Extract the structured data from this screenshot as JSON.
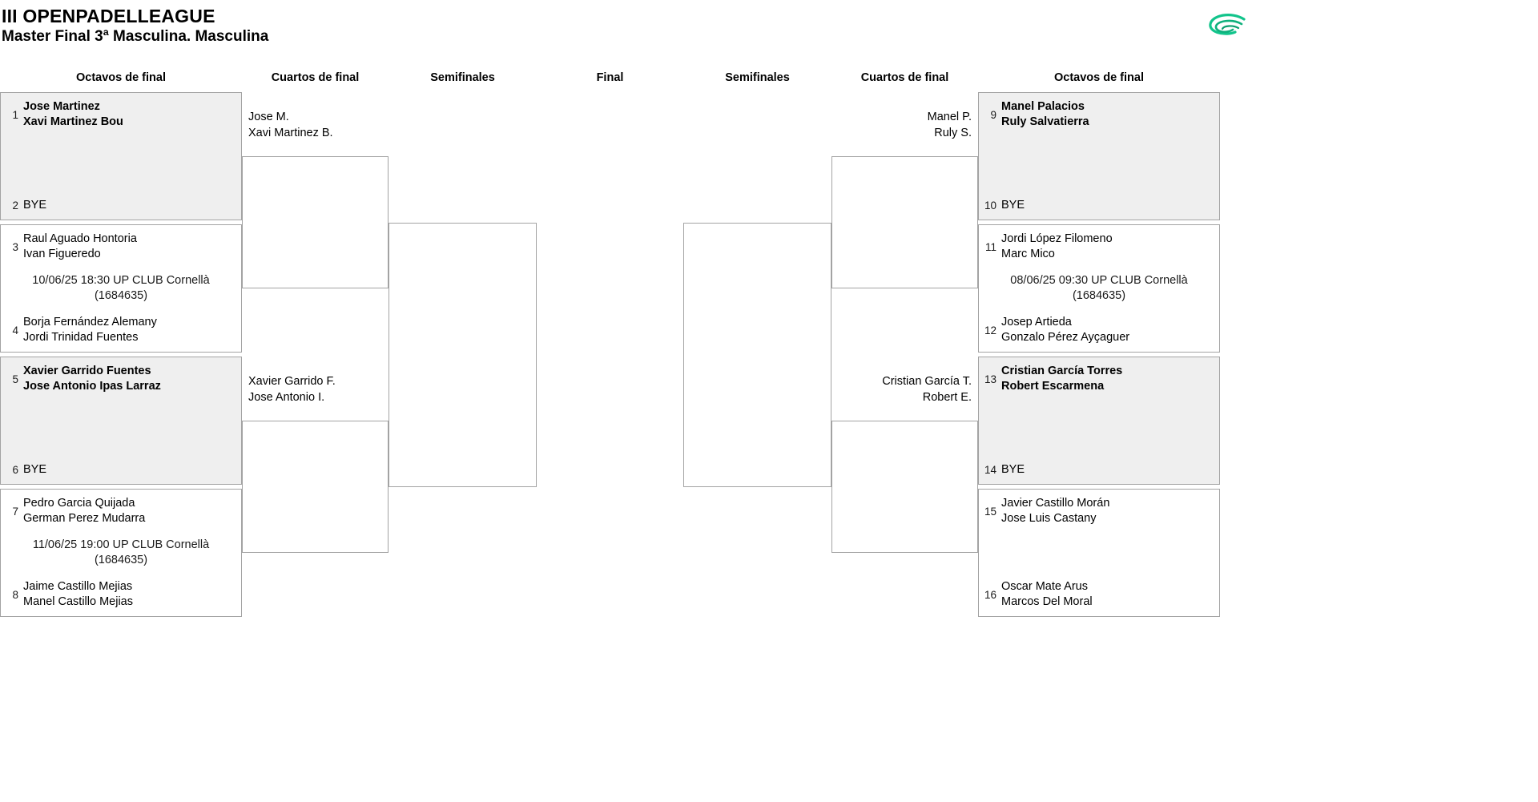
{
  "header": {
    "title": "III OPENPADELLEAGUE",
    "subtitle": "Master Final 3ª Masculina. Masculina"
  },
  "rounds": {
    "r16_left": "Octavos de final",
    "qf_left": "Cuartos de final",
    "sf_left": "Semifinales",
    "final": "Final",
    "sf_right": "Semifinales",
    "qf_right": "Cuartos de final",
    "r16_right": "Octavos de final"
  },
  "bracket": {
    "left_r16": [
      {
        "top": {
          "seed": "1",
          "line1": "Jose Martinez",
          "line2": "Xavi Martinez Bou"
        },
        "info1": "",
        "info2": "",
        "bottom": {
          "seed": "2",
          "line1": "BYE",
          "line2": ""
        }
      },
      {
        "top": {
          "seed": "3",
          "line1": "Raul Aguado Hontoria",
          "line2": "Ivan Figueredo"
        },
        "info1": "10/06/25 18:30 UP CLUB Cornellà",
        "info2": "(1684635)",
        "bottom": {
          "seed": "4",
          "line1": "Borja Fernández Alemany",
          "line2": "Jordi Trinidad Fuentes"
        }
      },
      {
        "top": {
          "seed": "5",
          "line1": "Xavier Garrido Fuentes",
          "line2": "Jose Antonio Ipas Larraz"
        },
        "info1": "",
        "info2": "",
        "bottom": {
          "seed": "6",
          "line1": "BYE",
          "line2": ""
        }
      },
      {
        "top": {
          "seed": "7",
          "line1": "Pedro Garcia Quijada",
          "line2": "German Perez Mudarra"
        },
        "info1": "11/06/25 19:00 UP CLUB Cornellà",
        "info2": "(1684635)",
        "bottom": {
          "seed": "8",
          "line1": "Jaime Castillo Mejias",
          "line2": "Manel Castillo Mejias"
        }
      }
    ],
    "left_qf": [
      {
        "line1": "Jose M.",
        "line2": "Xavi Martinez B."
      },
      {
        "line1": "Xavier Garrido F.",
        "line2": "Jose Antonio I."
      }
    ],
    "right_qf": [
      {
        "line1": "Manel P.",
        "line2": "Ruly S."
      },
      {
        "line1": "Cristian García T.",
        "line2": "Robert E."
      }
    ],
    "right_r16": [
      {
        "top": {
          "seed": "9",
          "line1": "Manel Palacios",
          "line2": "Ruly Salvatierra"
        },
        "info1": "",
        "info2": "",
        "bottom": {
          "seed": "10",
          "line1": "BYE",
          "line2": ""
        }
      },
      {
        "top": {
          "seed": "11",
          "line1": "Jordi López Filomeno",
          "line2": "Marc Mico"
        },
        "info1": "08/06/25 09:30 UP CLUB Cornellà",
        "info2": "(1684635)",
        "bottom": {
          "seed": "12",
          "line1": "Josep Artieda",
          "line2": "Gonzalo Pérez Ayçaguer"
        }
      },
      {
        "top": {
          "seed": "13",
          "line1": "Cristian García Torres",
          "line2": "Robert Escarmena"
        },
        "info1": "",
        "info2": "",
        "bottom": {
          "seed": "14",
          "line1": "BYE",
          "line2": ""
        }
      },
      {
        "top": {
          "seed": "15",
          "line1": "Javier Castillo Morán",
          "line2": "Jose Luis Castany"
        },
        "info1": "",
        "info2": "",
        "bottom": {
          "seed": "16",
          "line1": "Oscar Mate Arus",
          "line2": "Marcos Del Moral"
        }
      }
    ]
  },
  "icons": {
    "logo": "brand-swoosh-logo"
  },
  "colors": {
    "highlight_bg": "#efefef",
    "border": "#a3a3a3",
    "logo_green": "#12c48b",
    "logo_green_dark": "#0a9e6e"
  }
}
